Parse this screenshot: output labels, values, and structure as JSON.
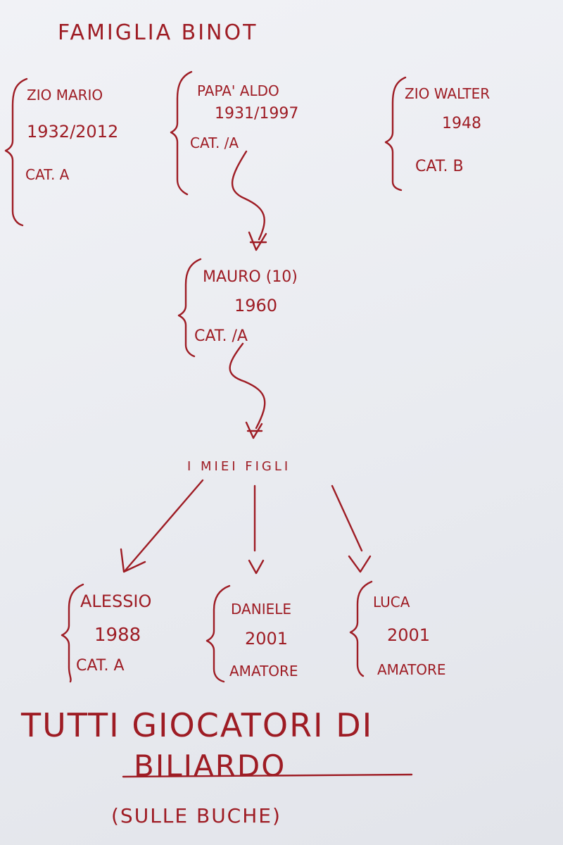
{
  "title": "FAMIGLIA BINOT",
  "ink_color": "#9e1c24",
  "people": {
    "zio_mario": {
      "name": "ZIO MARIO",
      "years": "1932/2012",
      "cat": "CAT. A"
    },
    "papa_aldo": {
      "name": "PAPA' ALDO",
      "years": "1931/1997",
      "cat": "CAT. /A"
    },
    "zio_walter": {
      "name": "ZIO WALTER",
      "years": "1948",
      "cat": "CAT. B"
    },
    "mauro": {
      "name": "MAURO (10)",
      "years": "1960",
      "cat": "CAT. /A"
    },
    "alessio": {
      "name": "ALESSIO",
      "years": "1988",
      "cat": "CAT. A"
    },
    "daniele": {
      "name": "DANIELE",
      "years": "2001",
      "cat": "AMATORE"
    },
    "luca": {
      "name": "LUCA",
      "years": "2001",
      "cat": "AMATORE"
    }
  },
  "children_label": "I MIEI FIGLI",
  "footer": {
    "line1": "TUTTI GIOCATORI DI",
    "line2": "BILIARDO",
    "line3": "(SULLE BUCHE)"
  }
}
